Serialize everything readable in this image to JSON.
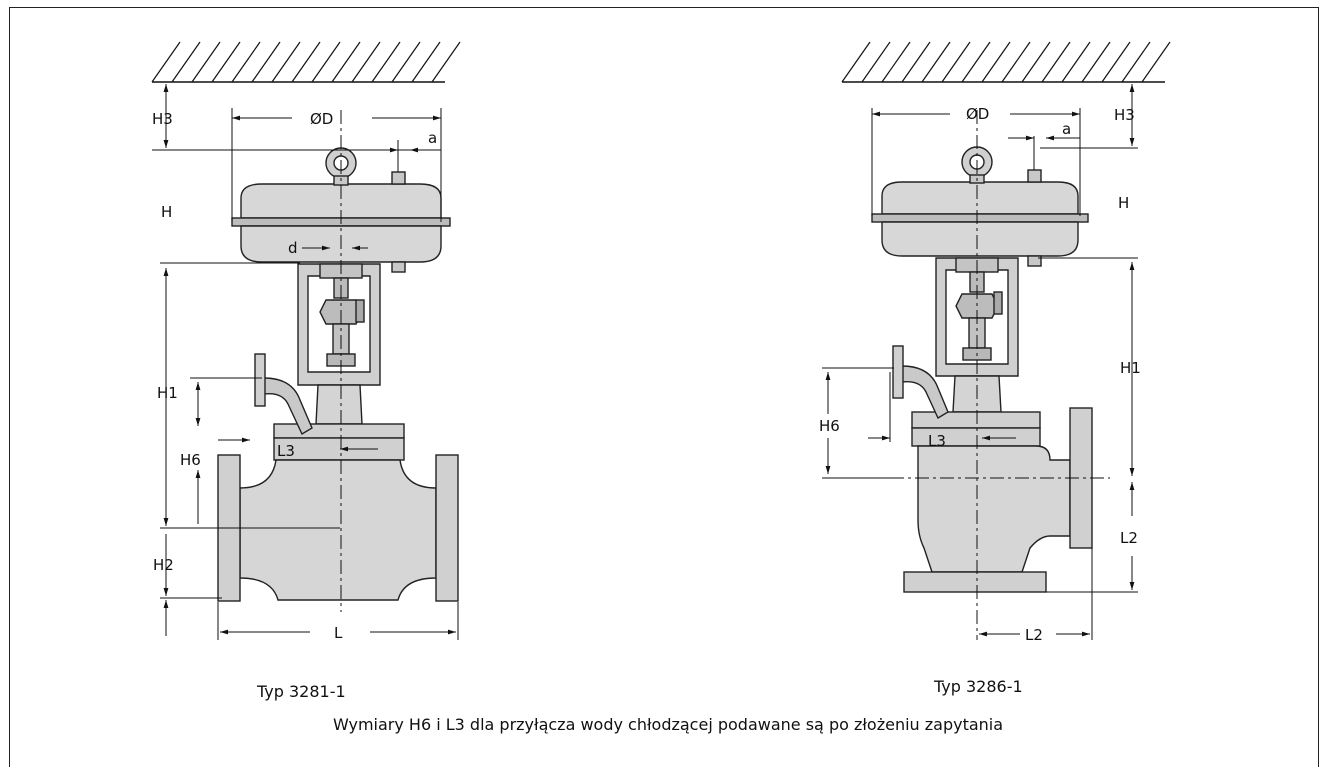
{
  "labels": {
    "left": {
      "h3": "H3",
      "od": "ØD",
      "a": "a",
      "h": "H",
      "d": "d",
      "h1": "H1",
      "h6": "H6",
      "l3": "L3",
      "h2": "H2",
      "l": "L"
    },
    "right": {
      "od": "ØD",
      "a": "a",
      "h3": "H3",
      "h": "H",
      "h1": "H1",
      "h6": "H6",
      "l3": "L3",
      "l2_side": "L2",
      "l2_bottom": "L2"
    }
  },
  "captions": {
    "left_type": "Typ 3281-1",
    "right_type": "Typ 3286-1",
    "note": "Wymiary H6 i L3 dla przyłącza wody chłodzącej podawane są po złożeniu zapytania"
  }
}
